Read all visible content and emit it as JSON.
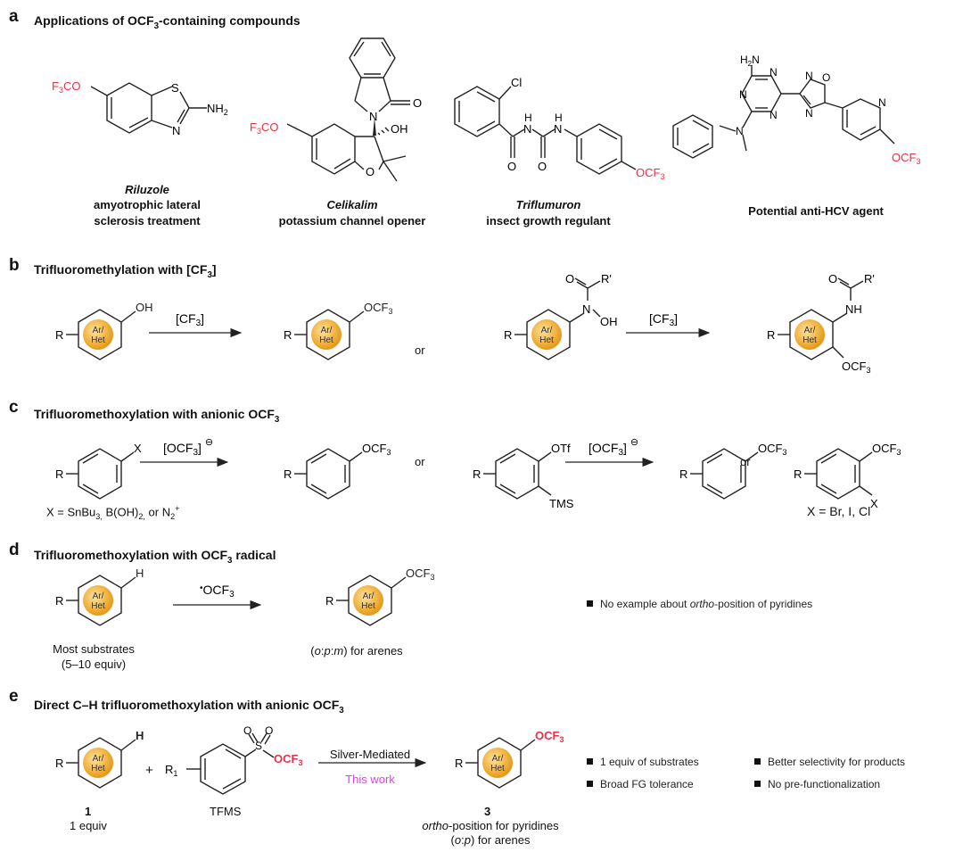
{
  "colors": {
    "ocf3_highlight": "#e8304a",
    "this_work": "#e040e8",
    "ring_fill": "#f2b84b",
    "ring_edge": "#e89a1a",
    "bond": "#222222"
  },
  "panels": {
    "a": {
      "letter": "a",
      "title_pre": "Applications of OCF",
      "title_sub": "3",
      "title_post": "-containing compounds",
      "compounds": [
        {
          "name": "Riluzole",
          "desc1": "amyotrophic lateral",
          "desc2": "sclerosis treatment",
          "atoms": {
            "ocf3": "F3CO",
            "s": "S",
            "n": "N",
            "nh2": "NH2"
          }
        },
        {
          "name": "Celikalim",
          "desc1": "potassium channel opener",
          "atoms": {
            "ocf3": "F3CO",
            "n": "N",
            "o_keto": "O",
            "oh": "OH",
            "o_ring": "O"
          }
        },
        {
          "name": "Triflumuron",
          "desc1": "insect growth regulant",
          "atoms": {
            "cl": "Cl",
            "h1": "H",
            "n1": "N",
            "h2": "H",
            "n2": "N",
            "o1": "O",
            "o2": "O",
            "ocf3": "OCF3"
          }
        },
        {
          "name": "",
          "desc1": "Potential anti-HCV agent",
          "atoms": {
            "h2n": "H2N",
            "n": "N",
            "o": "O",
            "ocf3": "OCF3"
          }
        }
      ]
    },
    "b": {
      "letter": "b",
      "title_pre": "Trifluoromethylation with [CF",
      "title_sub": "3",
      "title_post": "]",
      "reagent": "[CF3]",
      "or": "or",
      "ring_label_1": "Ar/",
      "ring_label_2": "Het",
      "r": "R",
      "sm1_group": "OH",
      "p1_group": "OCF3",
      "sm2_groups": {
        "o": "O",
        "rp": "R'",
        "n": "N",
        "oh": "OH"
      },
      "p2_groups": {
        "o": "O",
        "rp": "R'",
        "nh": "NH",
        "ocf3": "OCF3"
      }
    },
    "c": {
      "letter": "c",
      "title": "Trifluoromethoxylation  with  anionic OCF",
      "title_sub": "3",
      "reagent": "[OCF3]",
      "charge": "⊖",
      "or": "or",
      "r": "R",
      "x": "X",
      "ocf3": "OCF3",
      "otf": "OTf",
      "tms": "TMS",
      "note1": "X = SnBu3, B(OH)2, or N2+",
      "note2": "X = Br, I, Cl"
    },
    "d": {
      "letter": "d",
      "title_pre": "Trifluoromethoxylation with OCF",
      "title_sub": "3",
      "title_post": " radical",
      "reagent": "•OCF3",
      "r": "R",
      "h": "H",
      "ocf3": "OCF3",
      "ring_label_1": "Ar/",
      "ring_label_2": "Het",
      "note_sm1": "Most substrates",
      "note_sm2": "(5–10 equiv)",
      "note_prod": "(o:p:m) for arenes",
      "bullet": "No example about ortho-position of pyridines"
    },
    "e": {
      "letter": "e",
      "title": "Direct C–H trifluoromethoxylation  with anionic OCF",
      "title_sub": "3",
      "r": "R",
      "r1": "R1",
      "h": "H",
      "plus": "+",
      "so2": {
        "o1": "O",
        "o2": "O",
        "s": "S"
      },
      "ocf3": "OCF3",
      "ring_label_1": "Ar/",
      "ring_label_2": "Het",
      "cond_top": "Silver-Mediated",
      "cond_bottom": "This work",
      "sm_num": "1",
      "sm_equiv": "1 equiv",
      "reagent_name": "TFMS",
      "prod_num": "3",
      "prod_note1": "ortho-position for pyridines",
      "prod_note2": "(o:p) for arenes",
      "bullets": [
        "1 equiv of substrates",
        "Broad FG tolerance",
        "Better selectivity for products",
        "No pre-functionalization"
      ]
    }
  }
}
